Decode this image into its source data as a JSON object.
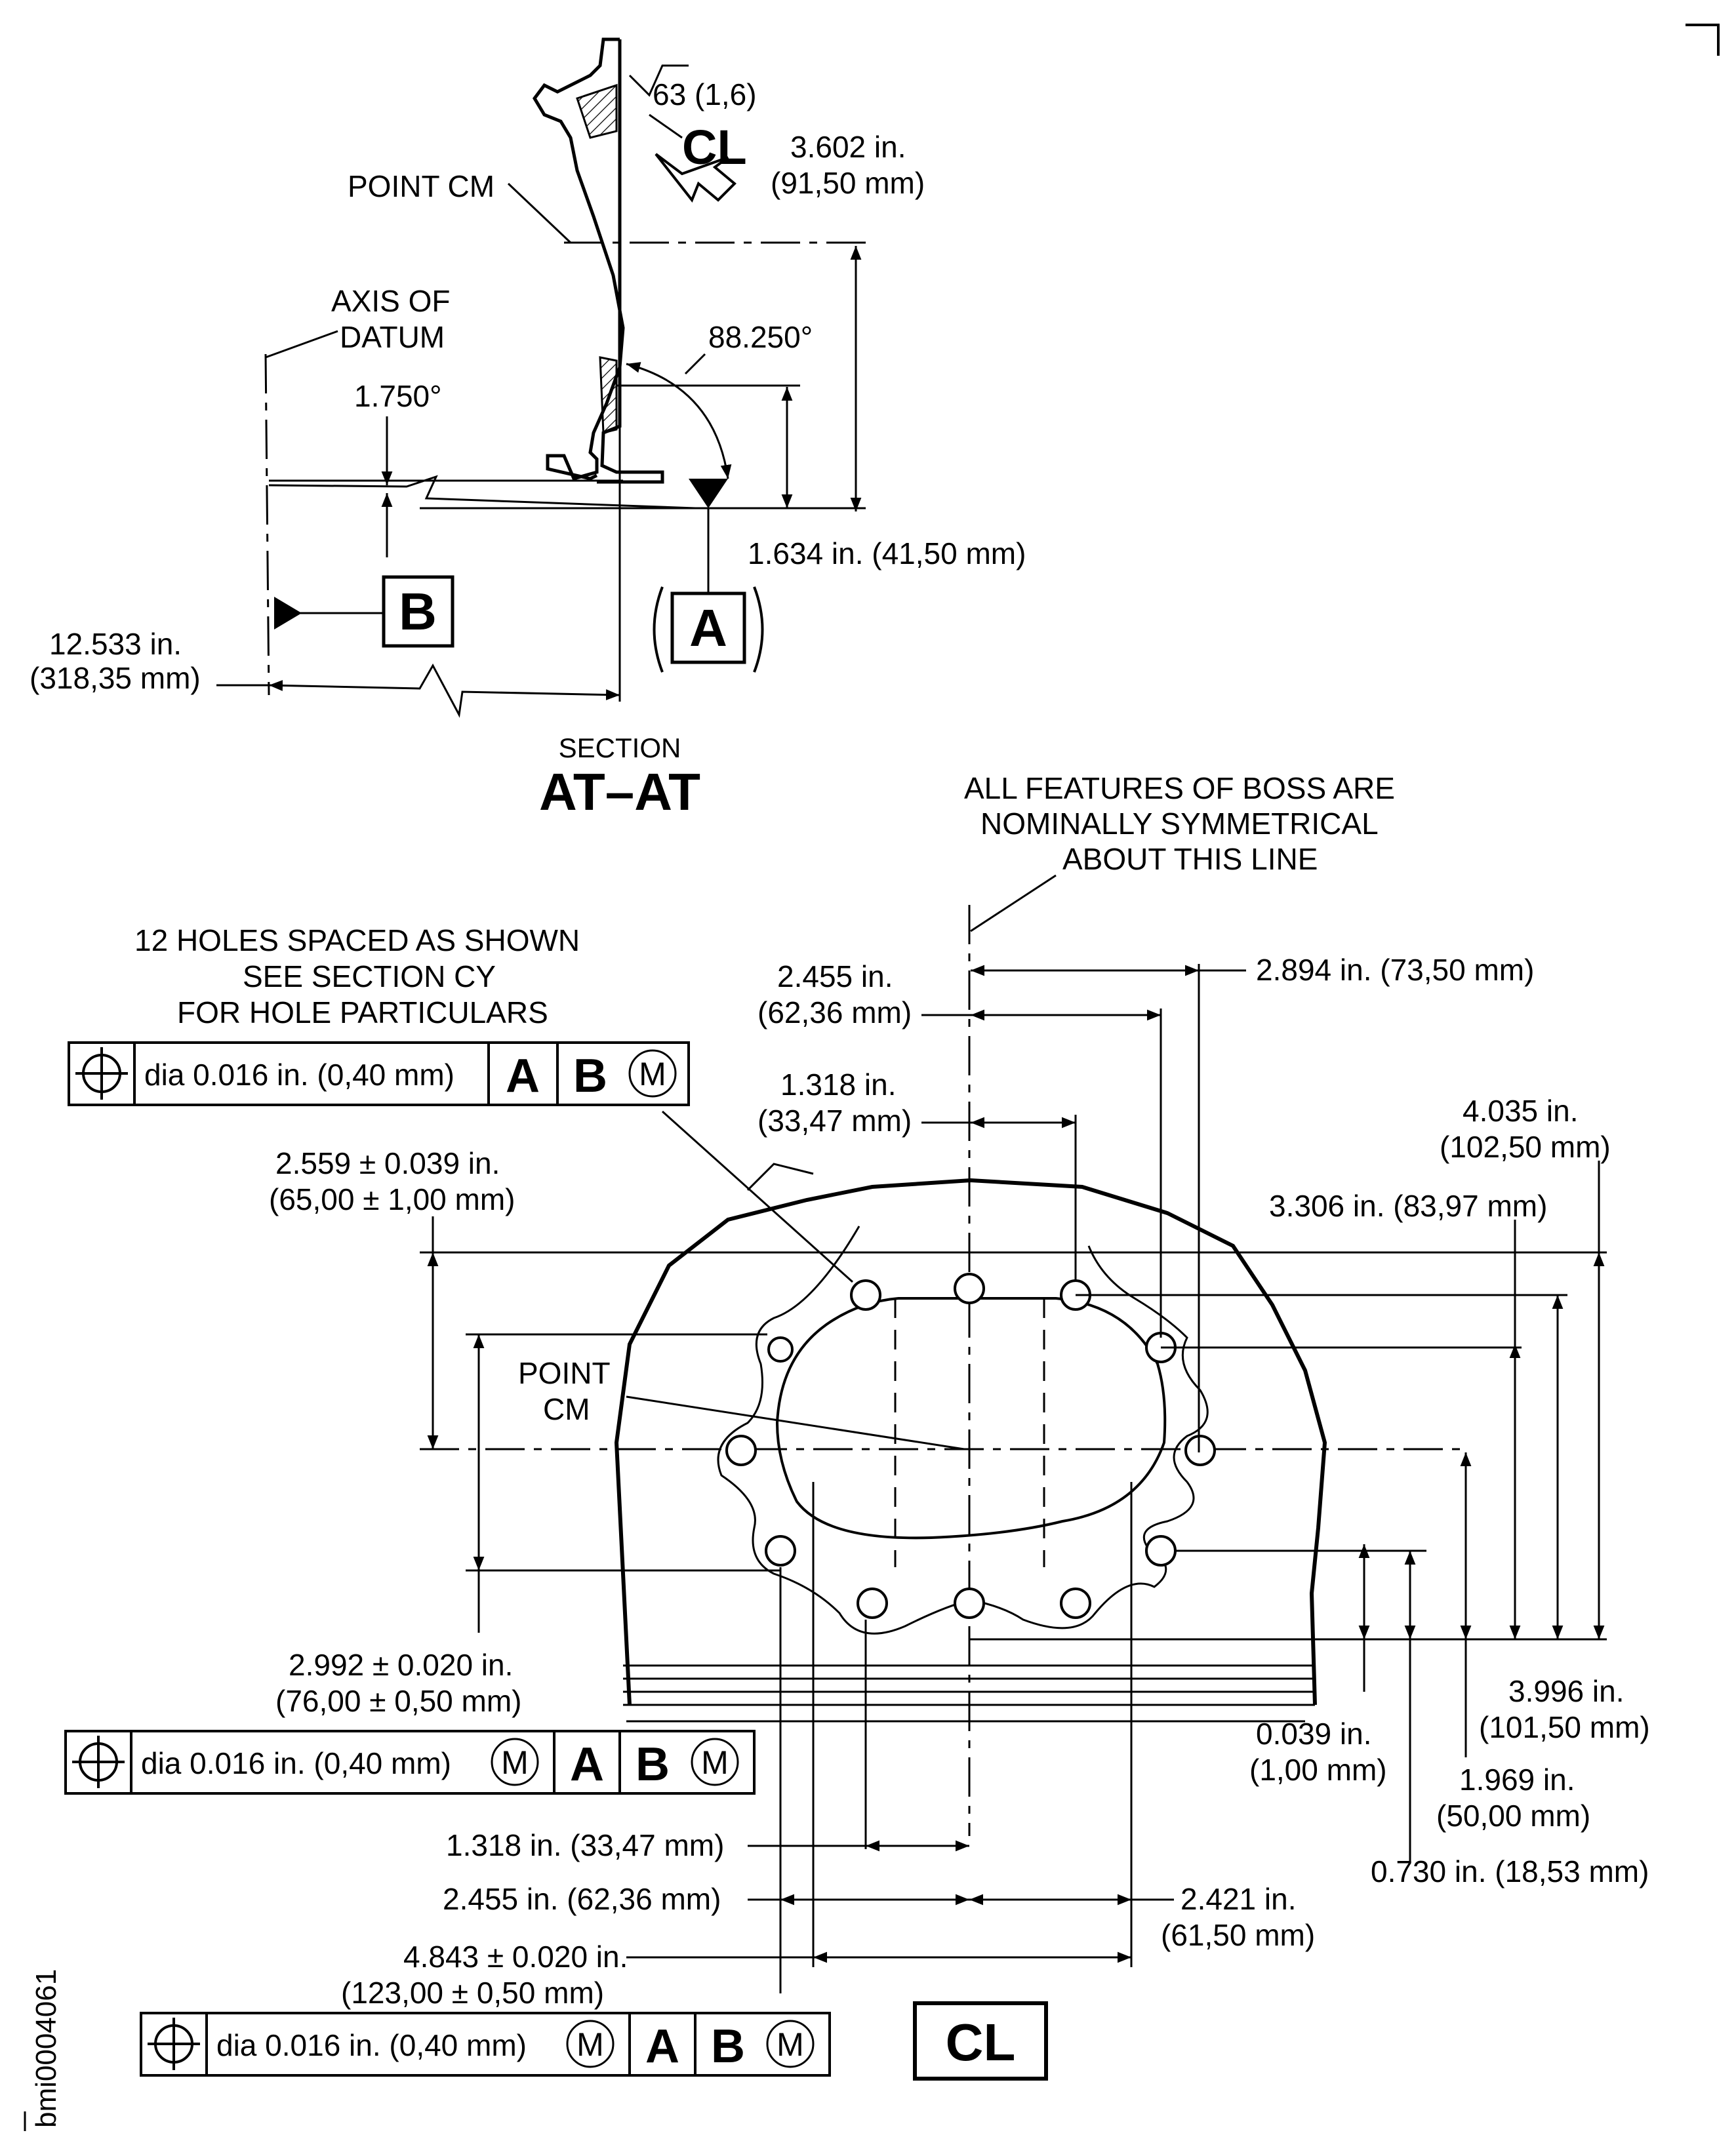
{
  "section": {
    "roughness": "63 (1,6)",
    "cl_label": "CL",
    "point_cm_label": "POINT CM",
    "axis_of_datum_line1": "AXIS OF",
    "axis_of_datum_line2": "DATUM",
    "angle_small": "1.750°",
    "angle_large": "88.250°",
    "dim_3602_in": "3.602 in.",
    "dim_3602_mm": "(91,50 mm)",
    "dim_1634": "1.634 in. (41,50 mm)",
    "datum_b": "B",
    "datum_a": "A",
    "dim_12533_in": "12.533 in.",
    "dim_12533_mm": "(318,35 mm)",
    "title_small": "SECTION",
    "title_big": "AT–AT"
  },
  "plan": {
    "symmetry_note_line1": "ALL FEATURES OF BOSS ARE",
    "symmetry_note_line2": "NOMINALLY SYMMETRICAL",
    "symmetry_note_line3": "ABOUT THIS LINE",
    "holes_note_line1": "12 HOLES SPACED AS SHOWN",
    "holes_note_line2": "SEE SECTION CY",
    "holes_note_line3": "FOR HOLE PARTICULARS",
    "dim_2455_top_in": "2.455 in.",
    "dim_2455_top_mm": "(62,36 mm)",
    "dim_2894": "2.894 in. (73,50 mm)",
    "dim_1318_top_in": "1.318 in.",
    "dim_1318_top_mm": "(33,47 mm)",
    "dim_4035_in": "4.035 in.",
    "dim_4035_mm": "(102,50 mm)",
    "dim_2559_in": "2.559 ± 0.039 in.",
    "dim_2559_mm": "(65,00 ± 1,00 mm)",
    "dim_3306": "3.306 in. (83,97 mm)",
    "point_cm_line1": "POINT",
    "point_cm_line2": "CM",
    "dim_2992_in": "2.992 ± 0.020 in.",
    "dim_2992_mm": "(76,00 ± 0,50 mm)",
    "dim_3996_in": "3.996 in.",
    "dim_3996_mm": "(101,50 mm)",
    "dim_0039_in": "0.039 in.",
    "dim_0039_mm": "(1,00 mm)",
    "dim_1969_in": "1.969 in.",
    "dim_1969_mm": "(50,00 mm)",
    "dim_0730": "0.730 in. (18,53 mm)",
    "dim_1318_bot": "1.318 in. (33,47 mm)",
    "dim_2455_bot": "2.455 in. (62,36 mm)",
    "dim_2421_in": "2.421 in.",
    "dim_2421_mm": "(61,50 mm)",
    "dim_4843_in": "4.843 ± 0.020 in.",
    "dim_4843_mm": "(123,00 ± 0,50 mm)",
    "cl_box": "CL"
  },
  "feature_control_frames": [
    {
      "tolerance": "dia 0.016 in. (0,40 mm)",
      "modifier": "",
      "datum1": "A",
      "datum2": "B",
      "datum2_modifier": "M"
    },
    {
      "tolerance": "dia 0.016 in. (0,40 mm)",
      "modifier": "M",
      "datum1": "A",
      "datum2": "B",
      "datum2_modifier": "M"
    },
    {
      "tolerance": "dia 0.016 in. (0,40 mm)",
      "modifier": "M",
      "datum1": "A",
      "datum2": "B",
      "datum2_modifier": "M"
    }
  ],
  "drawing_id": "bmi0004061"
}
